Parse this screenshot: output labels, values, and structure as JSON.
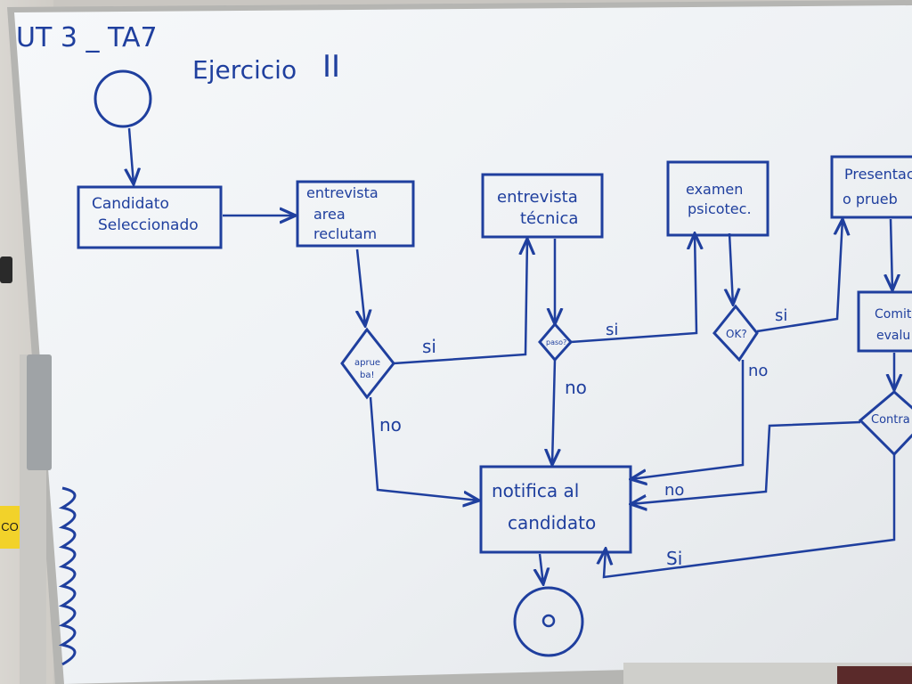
{
  "colors": {
    "marker": "#1f3f9e",
    "board": "#f3f5f7",
    "frame": "#a9a9a6"
  },
  "board": {
    "title": "UT 3 _ TA7",
    "subtitle": "Ejercicio",
    "subtitle_numeral": "II"
  },
  "side_label": "CO",
  "nodes": {
    "candidato": [
      "Candidato",
      "Seleccionado"
    ],
    "entrevista_area": [
      "entrevista",
      "area",
      "reclutam"
    ],
    "entrevista_tecnica": [
      "entrevista",
      "técnica"
    ],
    "examen": [
      "examen",
      "psicotec."
    ],
    "presentacion": [
      "Presentac",
      "o prueb"
    ],
    "comite": [
      "Comit",
      "evalu"
    ],
    "notifica": [
      "notifica al",
      "candidato"
    ]
  },
  "decisions": {
    "aprobado": [
      "aprue",
      "ba!"
    ],
    "paso": "paso?",
    "ok": "OK?",
    "contrata": "Contra"
  },
  "edge_labels": {
    "si_1": "si",
    "no_1": "no",
    "si_2": "si",
    "no_2": "no",
    "si_3": "si",
    "no_3": "no",
    "no_4": "no",
    "si_4": "Si"
  }
}
